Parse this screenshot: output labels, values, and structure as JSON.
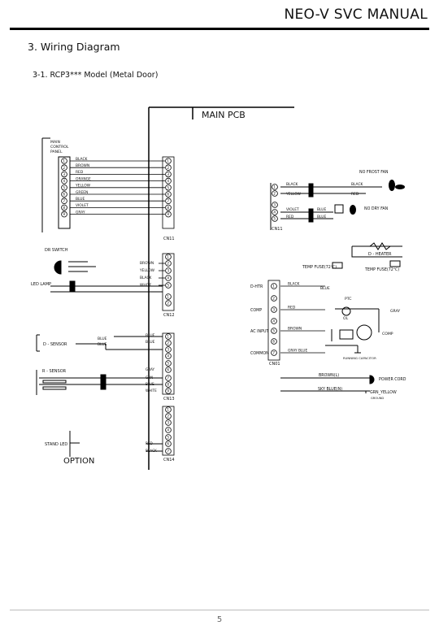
{
  "header": {
    "title": "NEO-V SVC MANUAL"
  },
  "section": {
    "title": "3. Wiring Diagram",
    "subtitle": "3-1. RCP3*** Model (Metal Door)"
  },
  "diagram": {
    "main_pcb": "MAIN PCB",
    "main_control_panel": [
      "MAIN",
      "CONTROL",
      "PANEL"
    ],
    "cn1_label": "CN11",
    "cn1_wires": [
      "BLACK",
      "BROWN",
      "RED",
      "ORANGE",
      "YELLOW",
      "GREEN",
      "BLUE",
      "VIOLET",
      "GRAY"
    ],
    "door_switch": "DR SWITCH",
    "cn2_wires": [
      "BROWN",
      "YELLOW",
      "BLACK",
      "WHITE"
    ],
    "cn2_label": "CN12",
    "led_lamp": "LED LAMP",
    "d_sensor": "D - SENSOR",
    "blue_blue_1": [
      "BLUE",
      "BLUE"
    ],
    "blue_blue_2": [
      "BLUE",
      "BLUE"
    ],
    "r_sensor": "R - SENSOR",
    "cn3_wires": [
      "GRAY",
      "GRN",
      "BLUE",
      "WHITE"
    ],
    "cn3_label": "CN13",
    "stand_led": "STAND LED",
    "option": "OPTION",
    "cn4_wires": [
      "RED",
      "BLACK"
    ],
    "cn4_label": "CN14",
    "right_top_wires": [
      "BLACK",
      "YELLOW",
      "VIOLET",
      "RED"
    ],
    "right_top_right": [
      "BLACK",
      "RED",
      "BLUE",
      "BLUE"
    ],
    "no_frost_fan": "NO FROST FAN",
    "no_dry_fan": "NO DRY FAN",
    "cn_r1": "CN11",
    "d_heater": "D - HEATER",
    "temp_fuse_left": "TEMP FUSE(72℃)",
    "temp_fuse_right": "TEMP FUSE(72℃)",
    "rel_labels": [
      "D-HTR",
      "COMP",
      "AC INPUT",
      "COMMON"
    ],
    "rel_wires": [
      "BLACK",
      "RED",
      "BROWN",
      "GRAY BLUE"
    ],
    "blue": "BLUE",
    "ol": "OL",
    "ptc": "PTC",
    "gray": "GRAY",
    "comp": "COMP",
    "running_capacitor": "RUNNING CAPACITOR",
    "cn_r2": "CN01",
    "brown_l": "BROWN(L)",
    "power_cord": "POWER CORD",
    "sky_blue": "SKY BLUE(N)",
    "grn_yellow": "GRN_YELLOW",
    "ground": "GROUND",
    "numbers_9": [
      "1",
      "2",
      "3",
      "4",
      "5",
      "6",
      "7",
      "8",
      "9"
    ],
    "numbers_5": [
      "1",
      "2",
      "3",
      "4",
      "5"
    ]
  },
  "footer": {
    "page": "5"
  }
}
